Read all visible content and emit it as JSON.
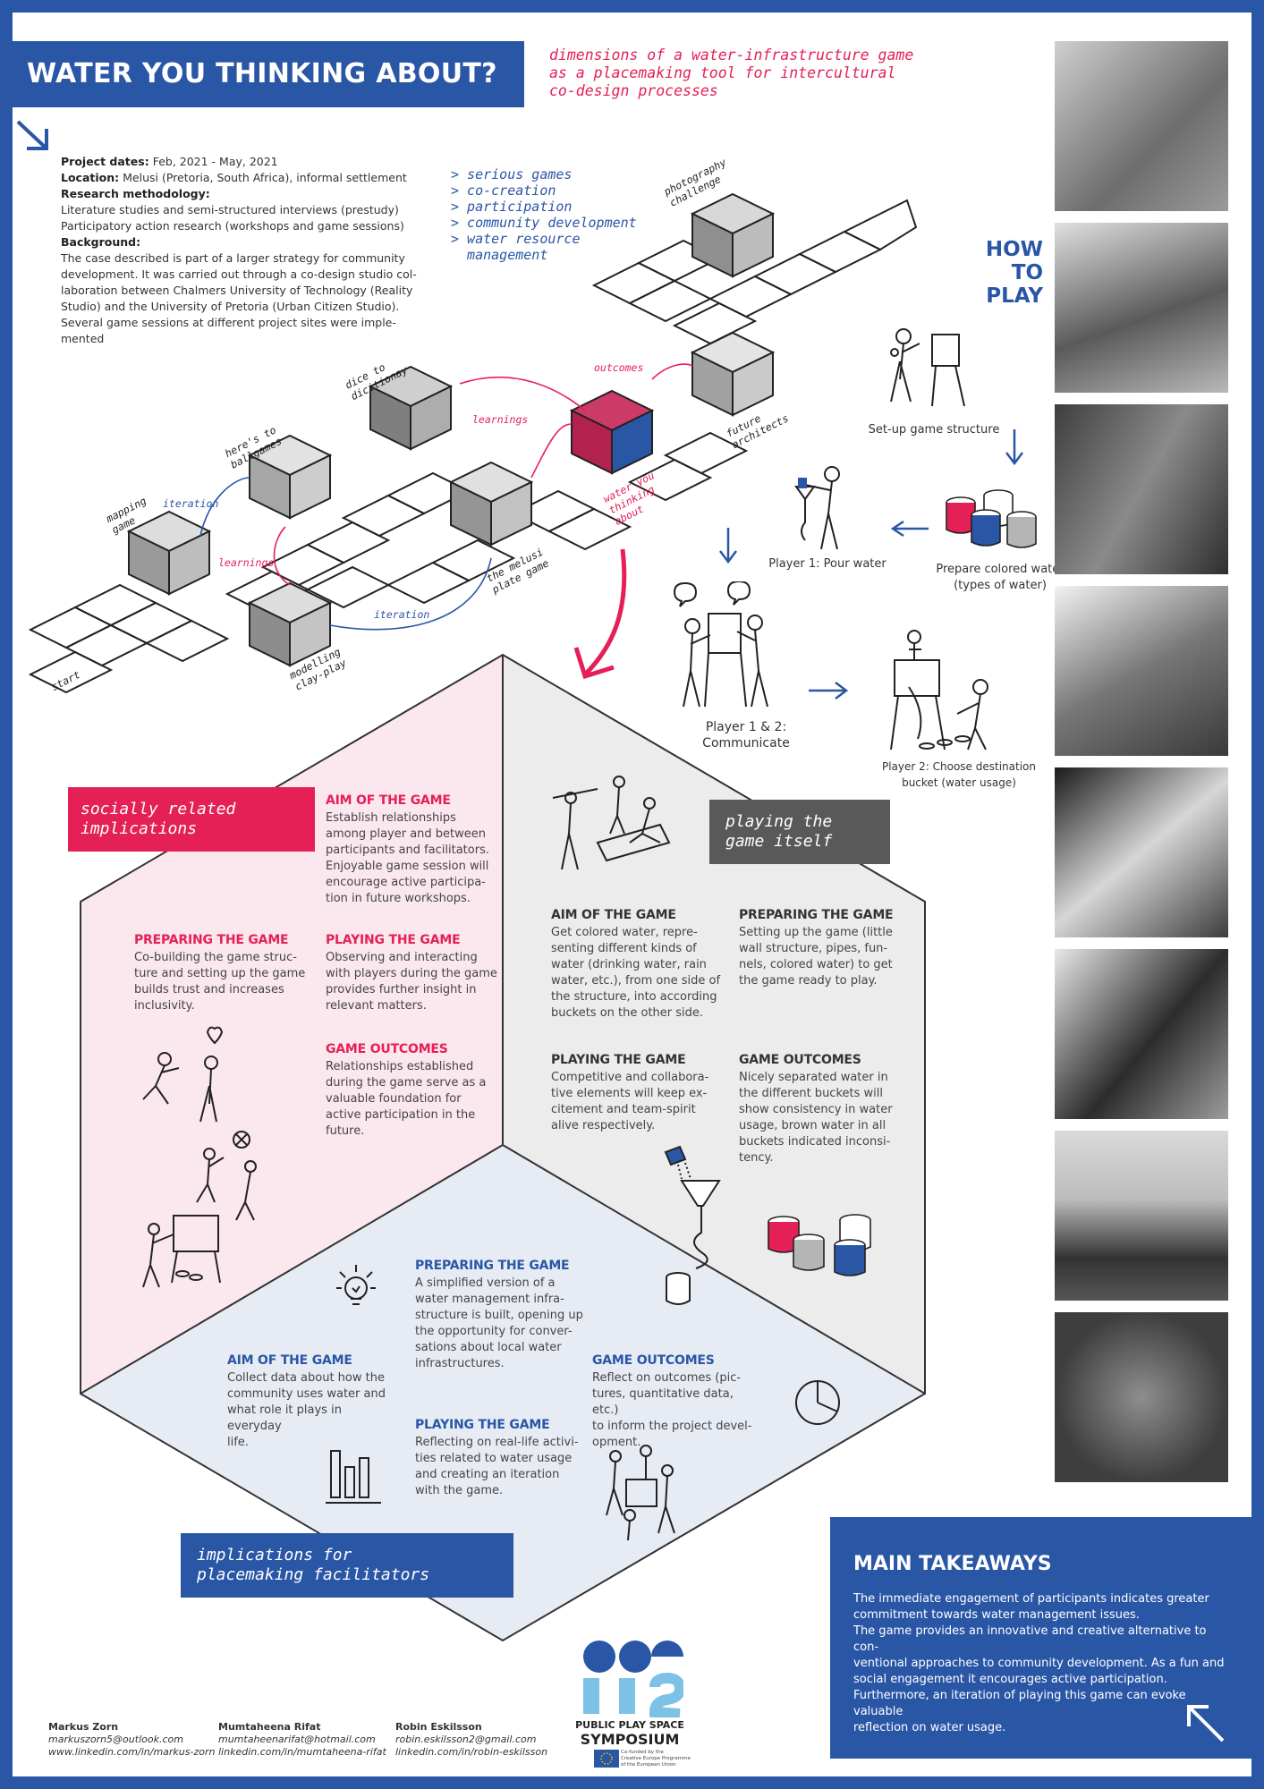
{
  "header": {
    "title": "WATER YOU THINKING ABOUT?",
    "subtitle_lines": [
      "dimensions of a water-infrastructure game",
      "as a placemaking tool for intercultural",
      "co-design processes"
    ]
  },
  "info": {
    "project_dates_label": "Project dates:",
    "project_dates": "Feb, 2021 - May, 2021",
    "location_label": "Location:",
    "location": "Melusi (Pretoria, South Africa), informal settlement",
    "research_label": "Research methodology:",
    "research_lines": [
      "Literature studies  and semi-structured interviews (prestudy)",
      "Participatory action research (workshops and game sessions)"
    ],
    "background_label": "Background:",
    "background_lines": [
      "The case described is part of a larger strategy for community",
      "development. It was carried out through a co-design studio col-",
      "laboration between Chalmers University of Technology (Reality",
      "Studio) and the University of Pretoria (Urban Citizen Studio).",
      "Several game sessions at different project sites were imple-",
      "mented"
    ]
  },
  "keywords": [
    "> serious games",
    "> co-creation",
    "> participation",
    "> community development",
    "> water resource",
    "  management"
  ],
  "diagram": {
    "labels": {
      "start": "start",
      "mapping": "mapping\ngame",
      "ballgames": "here's to\nballgames",
      "dictionary": "dice to\ndicitionay",
      "modelling": "modelling\nclay-play",
      "melusi": "the melusi\nplate game",
      "wyta": "water you\nthinking\nabout",
      "future": "future\narchitects",
      "photo": "photography\nchallenge"
    },
    "arrows": {
      "iteration1": "iteration",
      "iteration2": "iteration",
      "learnings1": "learnings",
      "learnings2": "learnings",
      "outcomes": "outcomes"
    }
  },
  "how_to_play": {
    "title_lines": [
      "HOW",
      "TO",
      "PLAY"
    ],
    "steps": {
      "setup": "Set-up game structure",
      "prepare": "Prepare colored water\n(types of water)",
      "pour": "Player 1: Pour water",
      "communicate": "Player 1 & 2:\nCommunicate",
      "choose": "Player 2: Choose destination\nbucket (water usage)"
    }
  },
  "social": {
    "tag": "socially related\nimplications",
    "aim_title": "AIM OF THE GAME",
    "aim_text": "Establish relationships\namong player and between\nparticipants and facilitators.\nEnjoyable game session will\nencourage active participa-\ntion in future workshops.",
    "prep_title": "PREPARING THE GAME",
    "prep_text": "Co-building the game struc-\nture and setting up the game\nbuilds trust and increases\ninclusivity.",
    "play_title": "PLAYING THE GAME",
    "play_text": "Observing and interacting\nwith players during the game\nprovides further insight in\nrelevant matters.",
    "out_title": "GAME OUTCOMES",
    "out_text": "Relationships established\nduring the game serve as a\nvaluable foundation for\nactive participation in the\nfuture."
  },
  "playing": {
    "tag": "playing the\ngame itself",
    "aim_title": "AIM OF THE GAME",
    "aim_text": "Get colored water, repre-\nsenting different kinds of\nwater (drinking water, rain\nwater, etc.), from one side of\nthe structure, into according\nbuckets on the other side.",
    "prep_title": "PREPARING THE GAME",
    "prep_text": "Setting up the game (little\nwall structure, pipes, fun-\nnels, colored water) to get\nthe game ready to play.",
    "play_title": "PLAYING THE GAME",
    "play_text": "Competitive and collabora-\ntive elements will keep ex-\ncitement and team-spirit\nalive respectively.",
    "out_title": "GAME OUTCOMES",
    "out_text": "Nicely separated water in\nthe different buckets will\nshow consistency in water\nusage, brown water in all\nbuckets indicated inconsi-\ntency."
  },
  "facilitators": {
    "tag": "implications for\nplacemaking facilitators",
    "prep_title": "PREPARING THE GAME",
    "prep_text": "A simplified version of a\nwater management infra-\nstructure is built, opening up\nthe opportunity for conver-\nsations about local water\ninfrastructures.",
    "aim_title": "AIM OF THE GAME",
    "aim_text": "Collect data about how the\ncommunity uses water and\nwhat role it plays in everyday\nlife.",
    "play_title": "PLAYING THE GAME",
    "play_text": "Reflecting on real-life activi-\nties related to water usage\nand creating an iteration\nwith the game.",
    "out_title": "GAME OUTCOMES",
    "out_text": "Reflect on outcomes (pic-\ntures, quantitative data, etc.)\nto inform the project devel-\nopment."
  },
  "takeaways": {
    "title": "MAIN TAKEAWAYS",
    "lines": [
      "The immediate engagement of participants indicates greater",
      "commitment towards water management issues.",
      "The game provides an innovative and creative alternative to con-",
      "ventional approaches to community development. As a fun and",
      "social engagement it encourages active participation.",
      "Furthermore, an iteration of playing this game can evoke valuable",
      "reflection on water usage."
    ]
  },
  "authors": [
    {
      "name": "Markus Zorn",
      "email": "markuszorn5@outlook.com",
      "web": "www.linkedin.com/in/markus-zorn"
    },
    {
      "name": "Mumtaheena Rifat",
      "email": "mumtaheenarifat@hotmail.com",
      "web": "linkedin.com/in/mumtaheena-rifat"
    },
    {
      "name": "Robin Eskilsson",
      "email": "robin.eskilsson2@gmail.com",
      "web": "linkedin.com/in/robin-eskilsson"
    }
  ],
  "logo": {
    "line1": "PUBLIC PLAY SPACE",
    "line2": "SYMPOSIUM",
    "eu_text": "Co-funded by the\nCreative Europe Programme\nof the European Union"
  },
  "colors": {
    "blue": "#2a56a6",
    "pink": "#e52057",
    "grey": "#595959",
    "pink_bg": "#fbe8ee",
    "grey_bg": "#ececec",
    "blue_bg": "#e7ecf4"
  }
}
